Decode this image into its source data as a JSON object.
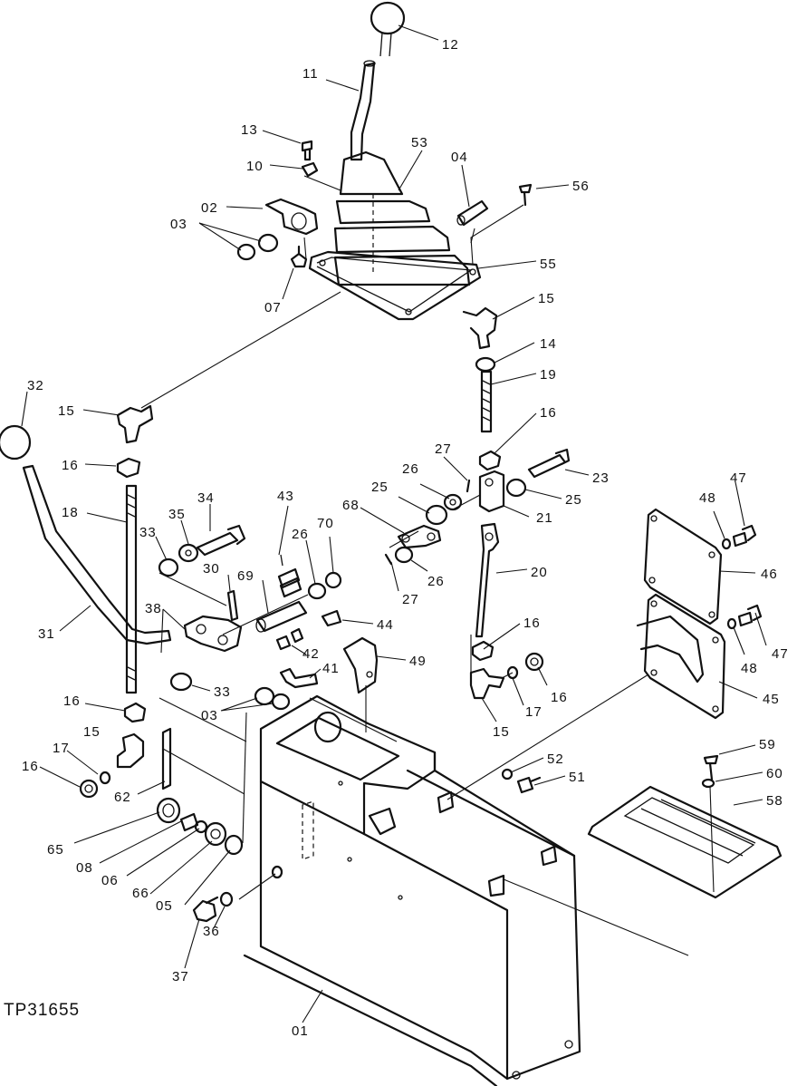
{
  "figure_ref": "TP31655",
  "callouts": [
    {
      "id": "c12",
      "text": "12"
    },
    {
      "id": "c11",
      "text": "11"
    },
    {
      "id": "c13",
      "text": "13"
    },
    {
      "id": "c10",
      "text": "10"
    },
    {
      "id": "c53",
      "text": "53"
    },
    {
      "id": "c04",
      "text": "04"
    },
    {
      "id": "c56",
      "text": "56"
    },
    {
      "id": "c02",
      "text": "02"
    },
    {
      "id": "c03a",
      "text": "03"
    },
    {
      "id": "c55",
      "text": "55"
    },
    {
      "id": "c07",
      "text": "07"
    },
    {
      "id": "c15a",
      "text": "15"
    },
    {
      "id": "c14",
      "text": "14"
    },
    {
      "id": "c19",
      "text": "19"
    },
    {
      "id": "c32",
      "text": "32"
    },
    {
      "id": "c15b",
      "text": "15"
    },
    {
      "id": "c16a",
      "text": "16"
    },
    {
      "id": "c16b",
      "text": "16"
    },
    {
      "id": "c27a",
      "text": "27"
    },
    {
      "id": "c23",
      "text": "23"
    },
    {
      "id": "c26a",
      "text": "26"
    },
    {
      "id": "c25a",
      "text": "25"
    },
    {
      "id": "c25b",
      "text": "25"
    },
    {
      "id": "c21",
      "text": "21"
    },
    {
      "id": "c43",
      "text": "43"
    },
    {
      "id": "c47a",
      "text": "47"
    },
    {
      "id": "c48a",
      "text": "48"
    },
    {
      "id": "c18",
      "text": "18"
    },
    {
      "id": "c34",
      "text": "34"
    },
    {
      "id": "c35",
      "text": "35"
    },
    {
      "id": "c33a",
      "text": "33"
    },
    {
      "id": "c68",
      "text": "68"
    },
    {
      "id": "c26b",
      "text": "26"
    },
    {
      "id": "c70",
      "text": "70"
    },
    {
      "id": "c46",
      "text": "46"
    },
    {
      "id": "c20",
      "text": "20"
    },
    {
      "id": "c30",
      "text": "30"
    },
    {
      "id": "c69",
      "text": "69"
    },
    {
      "id": "c26c",
      "text": "26"
    },
    {
      "id": "c27b",
      "text": "27"
    },
    {
      "id": "c47b",
      "text": "47"
    },
    {
      "id": "c38",
      "text": "38"
    },
    {
      "id": "c44",
      "text": "44"
    },
    {
      "id": "c16c",
      "text": "16"
    },
    {
      "id": "c31",
      "text": "31"
    },
    {
      "id": "c48b",
      "text": "48"
    },
    {
      "id": "c42",
      "text": "42"
    },
    {
      "id": "c49",
      "text": "49"
    },
    {
      "id": "c41",
      "text": "41"
    },
    {
      "id": "c33b",
      "text": "33"
    },
    {
      "id": "c16d",
      "text": "16"
    },
    {
      "id": "c45",
      "text": "45"
    },
    {
      "id": "c03b",
      "text": "03"
    },
    {
      "id": "c17a",
      "text": "17"
    },
    {
      "id": "c15c",
      "text": "15"
    },
    {
      "id": "c16e",
      "text": "16"
    },
    {
      "id": "c15d",
      "text": "15"
    },
    {
      "id": "c17b",
      "text": "17"
    },
    {
      "id": "c59",
      "text": "59"
    },
    {
      "id": "c52",
      "text": "52"
    },
    {
      "id": "c16f",
      "text": "16"
    },
    {
      "id": "c51",
      "text": "51"
    },
    {
      "id": "c60",
      "text": "60"
    },
    {
      "id": "c62",
      "text": "62"
    },
    {
      "id": "c58",
      "text": "58"
    },
    {
      "id": "c65",
      "text": "65"
    },
    {
      "id": "c08",
      "text": "08"
    },
    {
      "id": "c06",
      "text": "06"
    },
    {
      "id": "c66",
      "text": "66"
    },
    {
      "id": "c05",
      "text": "05"
    },
    {
      "id": "c36",
      "text": "36"
    },
    {
      "id": "c37",
      "text": "37"
    },
    {
      "id": "c01",
      "text": "01"
    }
  ]
}
